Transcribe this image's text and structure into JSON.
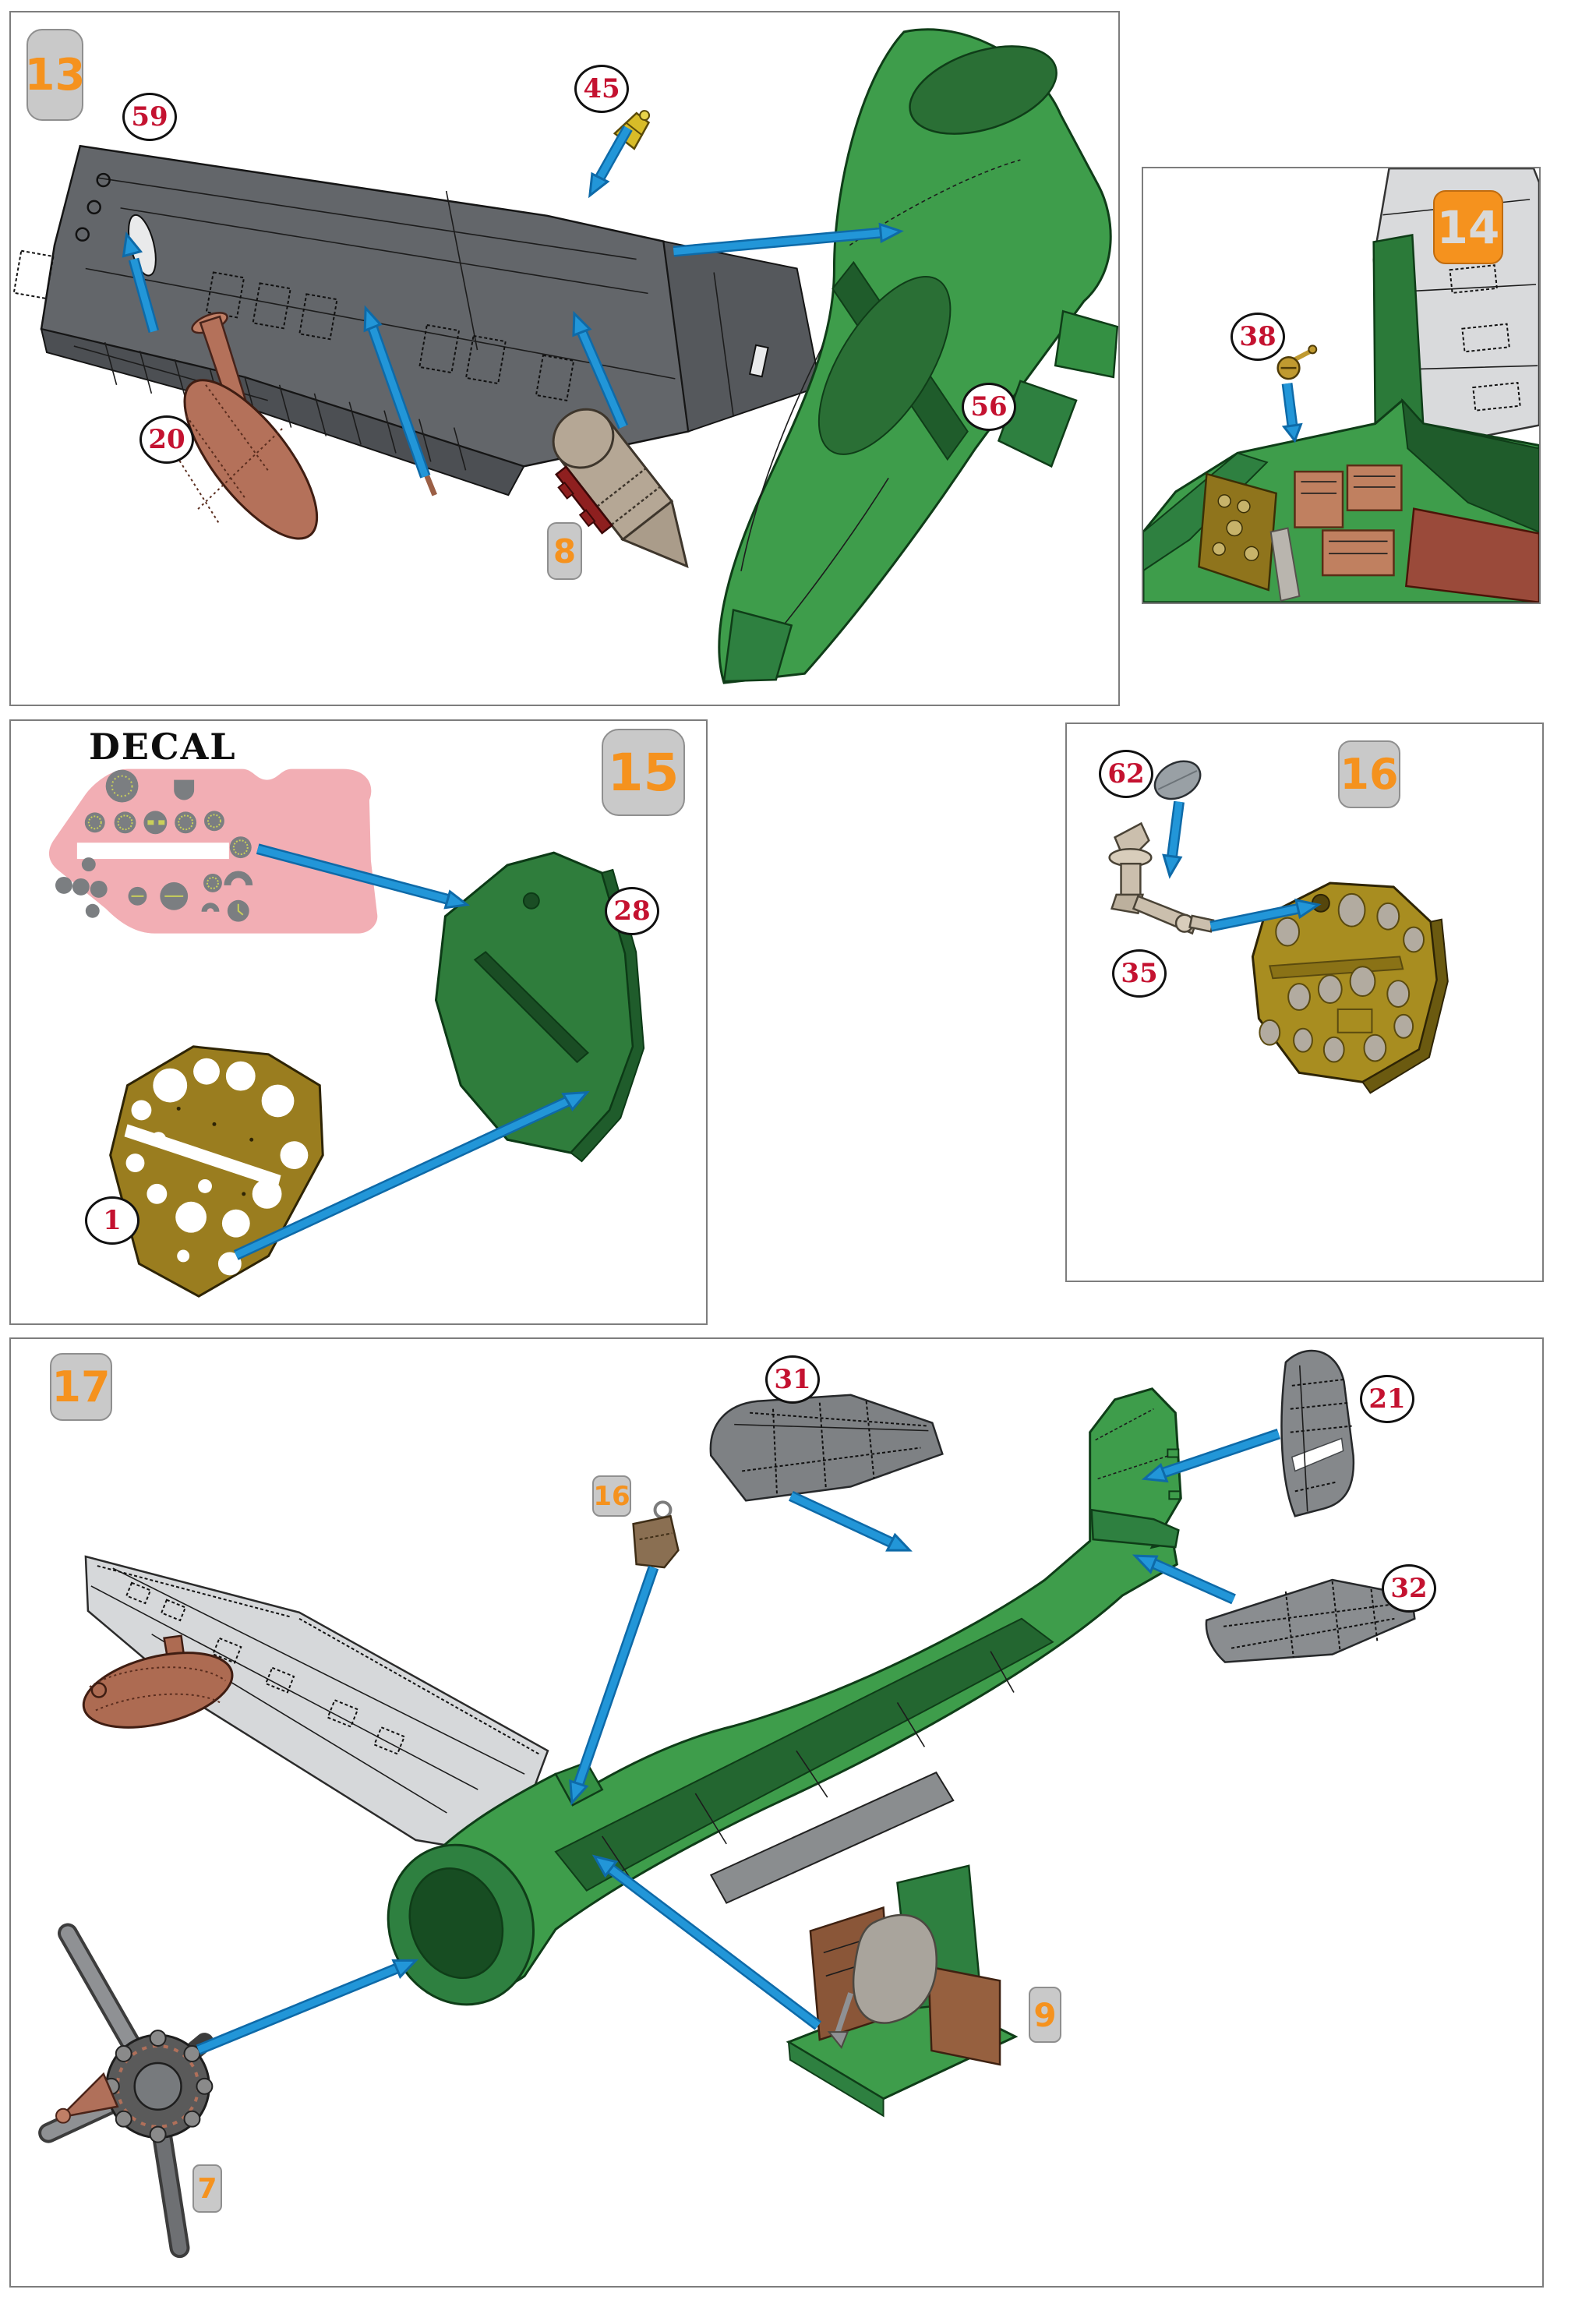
{
  "document": {
    "type": "plastic-model-assembly-instructions",
    "background": "#ffffff"
  },
  "colors": {
    "accent_orange": "#f5921e",
    "badge_gray": "#c9c9c9",
    "part_number_red": "#c41230",
    "arrow_blue": "#2296d8",
    "arrow_blue_dark": "#0e6aa8",
    "fuselage_green": "#3e9d4b",
    "fuselage_green_dark": "#236630",
    "panel_green_dark": "#2f7d3c",
    "wing_dark_gray": "#63666a",
    "wing_light_gray": "#d6d8da",
    "part_mid_gray": "#85888b",
    "float_brown": "#b4715a",
    "drop_tank_tan": "#b5a795",
    "rack_dark_red": "#8e1f1f",
    "decal_pink": "#f2aeb4",
    "gauge_gray": "#7b7e81",
    "gauge_marks_yellow": "#c9cf5a",
    "pe_panel_olive": "#9a7d1f",
    "instrument_panel_dark_yellow": "#a88d20",
    "gold_part": "#c09a30",
    "copper": "#b0705a"
  },
  "steps": {
    "s13": {
      "badge": "13",
      "parts": {
        "p59": "59",
        "p45": "45",
        "p20": "20",
        "p56": "56"
      },
      "refs": {
        "r8": "8"
      }
    },
    "s14": {
      "badge": "14",
      "parts": {
        "p38": "38"
      }
    },
    "s15": {
      "badge": "15",
      "decal_title": "DECAL",
      "parts": {
        "p28": "28",
        "p1": "1"
      }
    },
    "s16": {
      "badge": "16",
      "parts": {
        "p62": "62",
        "p35": "35"
      }
    },
    "s17": {
      "badge": "17",
      "parts": {
        "p31": "31",
        "p21": "21",
        "p32": "32"
      },
      "refs": {
        "r16": "16",
        "r9": "9",
        "r7": "7"
      }
    }
  }
}
